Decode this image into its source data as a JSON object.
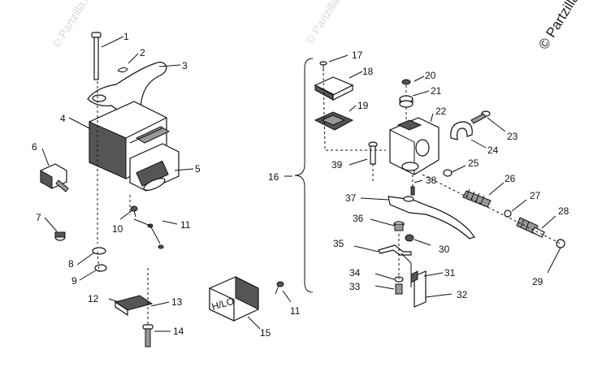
{
  "watermarks": [
    "© Partzilla.com",
    "© Partzilla.com",
    "© Partzilla.com"
  ],
  "labels": {
    "c1": "1",
    "c2": "2",
    "c3": "3",
    "c4": "4",
    "c5": "5",
    "c6": "6",
    "c7": "7",
    "c8": "8",
    "c9": "9",
    "c10": "10",
    "c11a": "11",
    "c11b": "11",
    "c12": "12",
    "c13": "13",
    "c14": "14",
    "c15": "15",
    "c16": "16",
    "c17": "17",
    "c18": "18",
    "c19": "19",
    "c20": "20",
    "c21": "21",
    "c22": "22",
    "c23": "23",
    "c24": "24",
    "c25": "25",
    "c26": "26",
    "c27": "27",
    "c28": "28",
    "c29": "29",
    "c30": "30",
    "c31": "31",
    "c32": "32",
    "c33": "33",
    "c34": "34",
    "c35": "35",
    "c36": "36",
    "c37": "37",
    "c38": "38",
    "c39": "39"
  },
  "switch_face_text": "H/LO"
}
